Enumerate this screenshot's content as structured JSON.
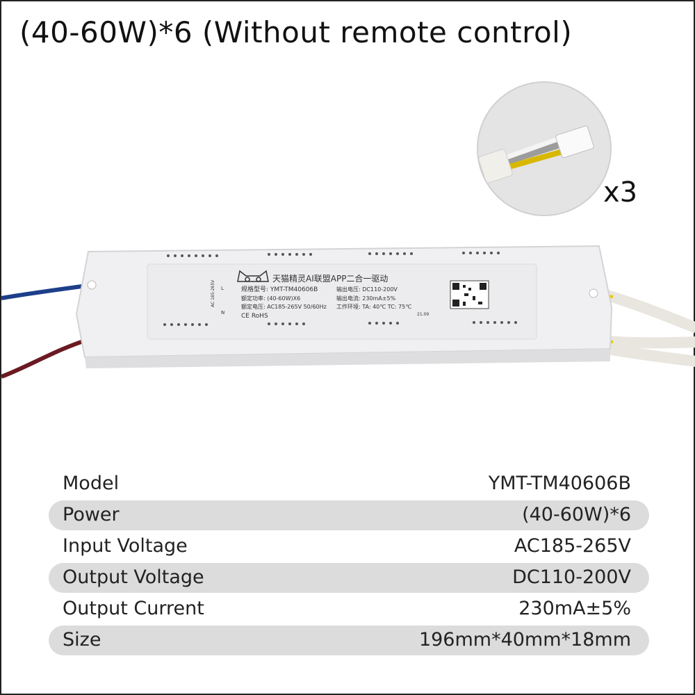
{
  "title": "(40-60W)*6 (Without remote control)",
  "quantity_label": "x3",
  "product": {
    "label_lines": [
      "天猫精灵AI联盟APP二合一驱动",
      "规格型号: YMT-TM40606B",
      "额定功率: (40-60W)X6",
      "额定电压: AC185-265V 50/60Hz",
      "输出电压: DC110-200V",
      "输出电流: 230mA±5%",
      "工作环境: TA: 40℃ TC: 75℃",
      "CE RoHS",
      "21.09",
      "AC 185-265V",
      "L",
      "N"
    ]
  },
  "specs": [
    {
      "label": "Model",
      "value": "YMT-TM40606B",
      "shaded": false
    },
    {
      "label": "Power",
      "value": "(40-60W)*6",
      "shaded": true
    },
    {
      "label": "Input Voltage",
      "value": "AC185-265V",
      "shaded": false
    },
    {
      "label": "Output Voltage",
      "value": "DC110-200V",
      "shaded": true
    },
    {
      "label": "Output Current",
      "value": "230mA±5%",
      "shaded": false
    },
    {
      "label": "Size",
      "value": "196mm*40mm*18mm",
      "shaded": true
    }
  ]
}
